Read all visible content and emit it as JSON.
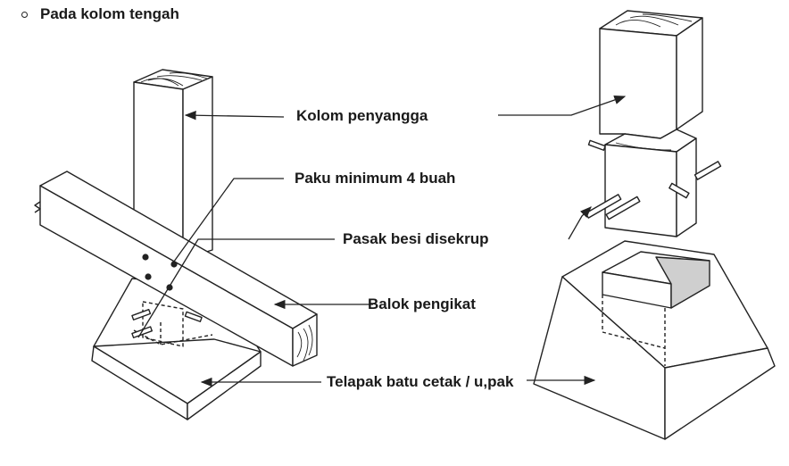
{
  "heading": "Pada kolom tengah",
  "labels": {
    "kolom": "Kolom penyangga",
    "paku": "Paku minimum 4 buah",
    "pasak": "Pasak besi disekrup",
    "balok": "Balok pengikat",
    "telapak": "Telapak batu cetak / u,pak"
  }
}
